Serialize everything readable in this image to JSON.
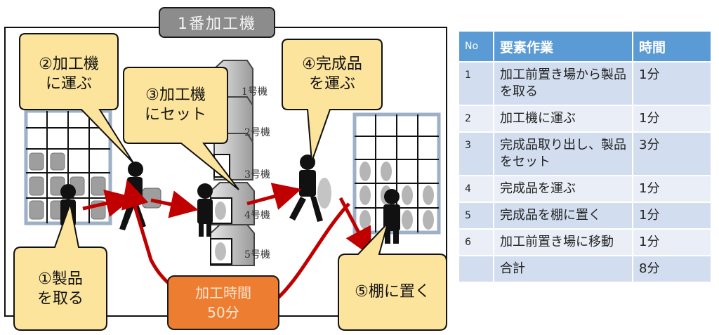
{
  "diagram": {
    "title": "1番加工機",
    "machines": [
      {
        "label": "1号機"
      },
      {
        "label": "2号機"
      },
      {
        "label": "3号機"
      },
      {
        "label": "4号機"
      },
      {
        "label": "5号機"
      }
    ],
    "callouts": [
      {
        "id": "step1",
        "text": "①製品\nを取る"
      },
      {
        "id": "step2",
        "text": "②加工機\nに運ぶ"
      },
      {
        "id": "step3",
        "text": "③加工機\nにセット"
      },
      {
        "id": "step4",
        "text": "④完成品\nを運ぶ"
      },
      {
        "id": "step5",
        "text": "⑤棚に置く"
      }
    ],
    "process_time": {
      "label": "加工時間",
      "value": "50分"
    },
    "colors": {
      "callout_fill": "#fde49c",
      "arrow": "#c00000",
      "process_box": "#ed7d31",
      "title_box": "#8c8c8c",
      "table_header": "#5b9bd5",
      "table_row_odd": "#d2deef",
      "table_row_even": "#eaeff7"
    }
  },
  "table": {
    "headers": {
      "no": "No",
      "task": "要素作業",
      "time": "時間"
    },
    "rows": [
      {
        "no": "1",
        "task": "加工前置き場から製品を取る",
        "time": "1分"
      },
      {
        "no": "2",
        "task": "加工機に運ぶ",
        "time": "1分"
      },
      {
        "no": "3",
        "task": "完成品取り出し、製品をセット",
        "time": "3分"
      },
      {
        "no": "4",
        "task": "完成品を運ぶ",
        "time": "1分"
      },
      {
        "no": "5",
        "task": "完成品を棚に置く",
        "time": "1分"
      },
      {
        "no": "6",
        "task": "加工前置き場に移動",
        "time": "1分"
      }
    ],
    "total": {
      "no": "",
      "task": "合計",
      "time": "8分"
    }
  }
}
